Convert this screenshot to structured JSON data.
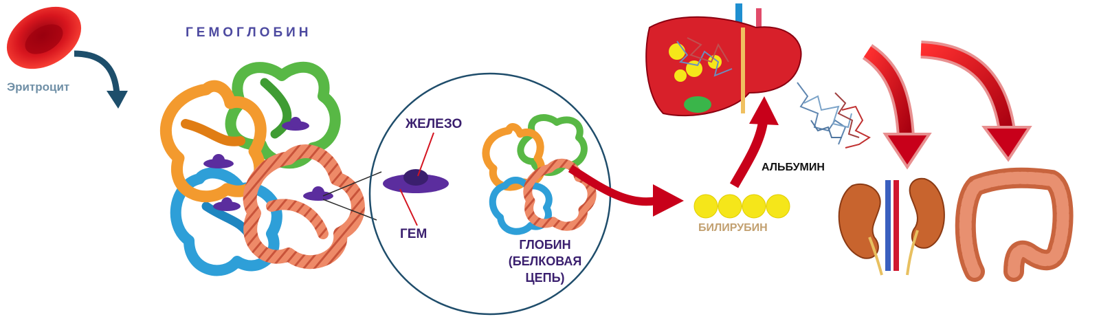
{
  "labels": {
    "erythrocyte": "Эритроцит",
    "hemoglobin": "ГЕМОГЛОБИН",
    "iron": "ЖЕЛЕЗО",
    "heme": "ГЕМ",
    "globin": "ГЛОБИН (БЕЛКОВАЯ ЦЕПЬ)",
    "bilirubin": "БИЛИРУБИН",
    "albumin": "АЛЬБУМИН"
  },
  "colors": {
    "erythrocyte_text": "#6f8fa6",
    "hemoglobin_text": "#4d4aa0",
    "label_text": "#3a1f6e",
    "bilirubin_text": "#c2a070",
    "albumin_text": "#111111",
    "arrow_red": "#c8001a",
    "arrow_dark_blue": "#1d4e6b",
    "bilirubin_yellow": "#f5e61a",
    "heme_purple": "#5b2d9e",
    "chain_orange": "#f39a2e",
    "chain_green": "#58b845",
    "chain_blue": "#2e9fd8",
    "chain_salmon": "#ee8a68",
    "liver_red": "#d8202a",
    "gallbladder_green": "#3ab54a"
  },
  "icons": [
    "red-blood-cell-icon",
    "hemoglobin-molecule-icon",
    "heme-disc-icon",
    "globin-chain-icon",
    "liver-icon",
    "albumin-protein-icon",
    "kidneys-icon",
    "intestine-icon"
  ]
}
